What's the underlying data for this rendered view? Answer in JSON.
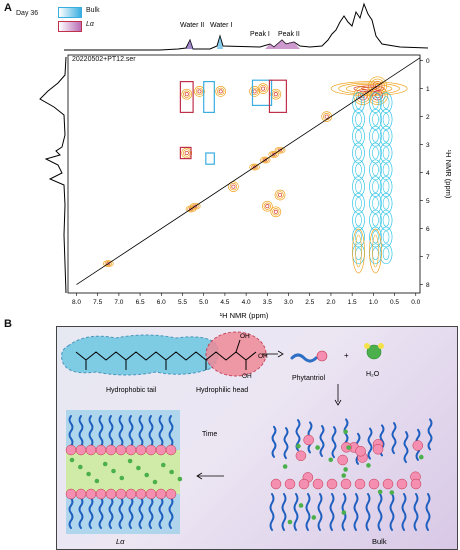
{
  "panel_a": {
    "letter": "A",
    "day_label": "Day 36",
    "legend": [
      {
        "label": "Bulk",
        "color": "#3aaee0"
      },
      {
        "label": "Lα",
        "color": "#c0304a"
      }
    ],
    "top_spectrum_labels": [
      "Water II",
      "Water I",
      "Peak I",
      "Peak II"
    ],
    "sample_label": "20220502+PT12.ser",
    "x_axis_label": "¹H NMR (ppm)",
    "y_axis_label": "¹H NMR (ppm)",
    "x_ticks": [
      "8.0",
      "7.5",
      "7.0",
      "6.5",
      "6.0",
      "5.5",
      "5.0",
      "4.5",
      "4.0",
      "3.5",
      "3.0",
      "2.5",
      "2.0",
      "1.5",
      "1.0",
      "0.5",
      "0.0"
    ],
    "y_ticks": [
      "0",
      "1",
      "2",
      "3",
      "4",
      "5",
      "6",
      "7",
      "8"
    ],
    "colors": {
      "positive": "#f0a21c",
      "positive_core": "#d63a2a",
      "negative": "#2ec4e6"
    }
  },
  "chart_data": {
    "type": "heatmap",
    "title": "",
    "xlabel": "¹H NMR (ppm)",
    "ylabel": "¹H NMR (ppm)",
    "xlim": [
      8.2,
      -0.1
    ],
    "ylim": [
      -0.2,
      8.3
    ],
    "diagonal_peaks_ppm": [
      7.25,
      5.3,
      5.2,
      3.8,
      3.55,
      3.35,
      3.2,
      1.25,
      0.9
    ],
    "boxes_ppm": [
      {
        "series": "Lα",
        "x": [
          5.55,
          5.25
        ],
        "y": [
          0.75,
          1.85
        ]
      },
      {
        "series": "Bulk",
        "x": [
          5.0,
          4.75
        ],
        "y": [
          0.75,
          1.85
        ]
      },
      {
        "series": "Bulk",
        "x": [
          3.85,
          3.4
        ],
        "y": [
          0.7,
          1.6
        ]
      },
      {
        "series": "Lα",
        "x": [
          3.45,
          3.05
        ],
        "y": [
          0.7,
          1.85
        ]
      },
      {
        "series": "Lα",
        "x": [
          5.55,
          5.3
        ],
        "y": [
          3.1,
          3.5
        ]
      },
      {
        "series": "Bulk",
        "x": [
          4.95,
          4.75
        ],
        "y": [
          3.3,
          3.7
        ]
      }
    ]
  },
  "panel_b": {
    "letter": "B",
    "labels": {
      "hydrophobic_tail": "Hydrophobic tail",
      "hydrophilic_head": "Hydrophilic head",
      "phytantriol": "Phytantriol",
      "water": "H₂O",
      "plus": "+",
      "time": "Time",
      "lalpha": "Lα",
      "bulk": "Bulk",
      "oh": "OH"
    }
  }
}
